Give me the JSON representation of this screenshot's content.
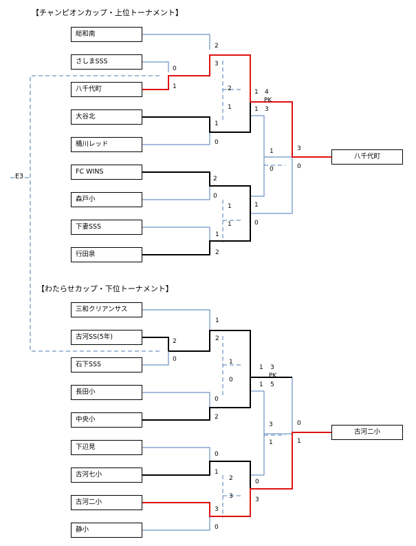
{
  "titles": {
    "upper": "【チャンピオンカップ・上位トーナメント】",
    "lower": "【わたらせカップ・下位トーナメント】"
  },
  "e3_label": "E3",
  "upper": {
    "teams": [
      "総和南",
      "さしまSSS",
      "八千代町",
      "大谷北",
      "桶川レッド",
      "FC WINS",
      "森戸小",
      "下妻SSS",
      "行田泉"
    ],
    "scores": {
      "s01": "2",
      "s02": "3",
      "s03": "0",
      "s04": "1",
      "s05": "1",
      "s06": "0",
      "s07": "2",
      "s08": "0",
      "s09": "1",
      "s10": "2",
      "s11": "2",
      "s12": "1",
      "s13": "1",
      "s14": "1",
      "s15": "1",
      "s16": "4",
      "s17": "1",
      "s18": "3",
      "pk": "PK",
      "s19": "1",
      "s20": "0",
      "s21": "1",
      "s22": "0",
      "s23": "3",
      "s24": "0"
    },
    "winner": "八千代町"
  },
  "lower": {
    "teams": [
      "三和クリアンサス",
      "古河SS(5年)",
      "石下SSS",
      "長田小",
      "中央小",
      "下辺見",
      "古河七小",
      "古河二小",
      "静小"
    ],
    "scores": {
      "s01": "1",
      "s02": "2",
      "s03": "2",
      "s04": "0",
      "s05": "0",
      "s06": "2",
      "s07": "0",
      "s08": "1",
      "s09": "3",
      "s10": "0",
      "s11": "1",
      "s12": "0",
      "s13": "2",
      "s14": "3",
      "s15": "1",
      "s16": "3",
      "s17": "1",
      "s18": "5",
      "pk": "PK",
      "s19": "3",
      "s20": "1",
      "s21": "0",
      "s22": "3",
      "s23": "0",
      "s24": "1"
    },
    "winner": "古河二小"
  },
  "colors": {
    "blue": "#4a7ab5",
    "red": "#e01010",
    "black": "#000000"
  }
}
